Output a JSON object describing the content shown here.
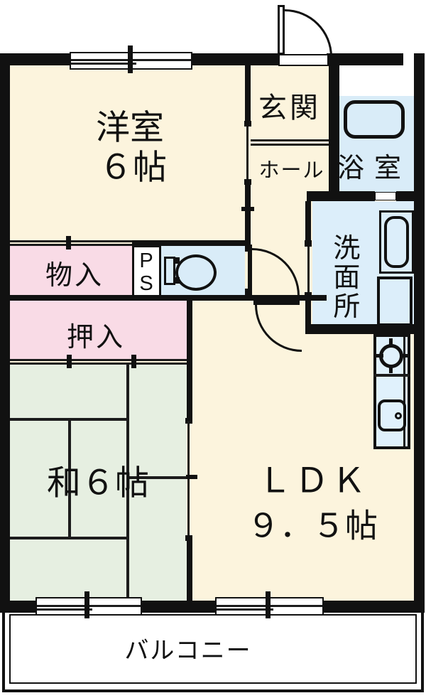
{
  "floorplan": {
    "type": "apartment-floor-plan",
    "rooms": {
      "western_room": {
        "label": "洋室",
        "size": "６帖"
      },
      "entrance": {
        "label": "玄関"
      },
      "hall": {
        "label": "ホール"
      },
      "bathroom": {
        "label": "浴室"
      },
      "washroom": {
        "label": "洗面所"
      },
      "storage": {
        "label": "物入"
      },
      "pipe_space": {
        "label": "P\nS"
      },
      "closet": {
        "label": "押入"
      },
      "japanese_room": {
        "label": "和６帖"
      },
      "ldk": {
        "label": "ＬＤＫ",
        "size": "９．５帖"
      },
      "balcony": {
        "label": "バルコニー"
      }
    },
    "colors": {
      "room_cream": "#FCF4DD",
      "storage_pink": "#F9DBE6",
      "water_blue": "#DCEEFA",
      "kitchen_blue": "#E0F1FC",
      "tatami_green": "#E6EFE1",
      "wall_black": "#111111",
      "balcony_white": "#FFFFFF"
    },
    "icons": [
      "entry-door",
      "toilet",
      "toilet-door",
      "ldk-door",
      "bathtub",
      "washbasin",
      "washing-machine-pan",
      "stove",
      "kitchen-sink",
      "sliding-window"
    ]
  }
}
